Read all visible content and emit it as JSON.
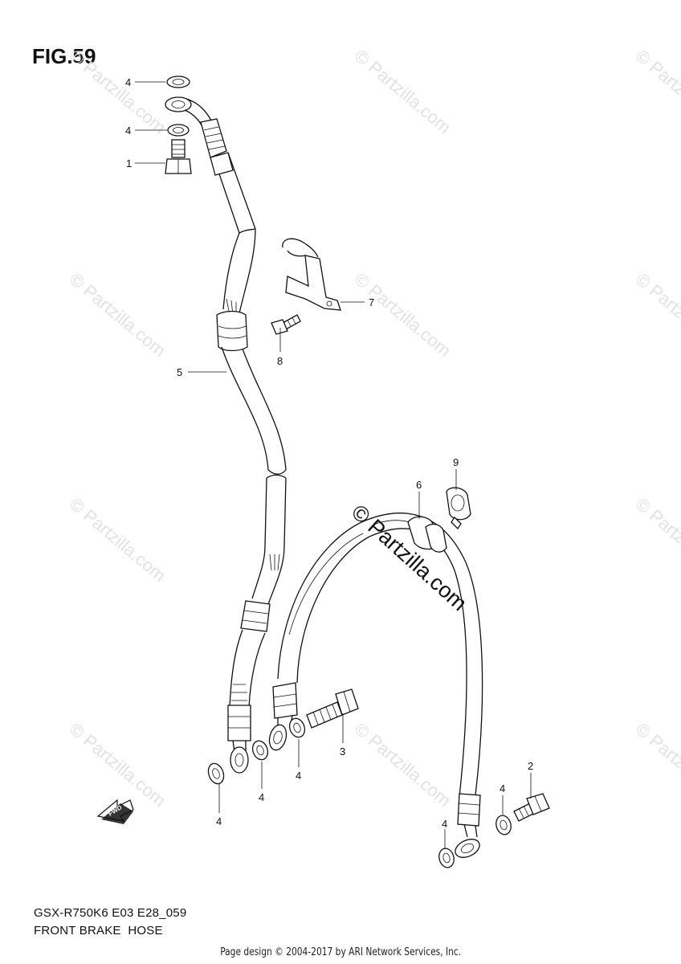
{
  "figure": {
    "title": "FIG.59"
  },
  "footer": {
    "model_code": "GSX-R750K6 E03 E28_059",
    "part_name": "FRONT BRAKE  HOSE",
    "credit": "Page design © 2004-2017 by ARI Network Services, Inc."
  },
  "watermark": {
    "text": "© Partzilla.com"
  },
  "fwd_badge": {
    "label": "FWD"
  },
  "callouts": {
    "c1": "1",
    "c2": "2",
    "c3": "3",
    "c4a": "4",
    "c4b": "4",
    "c4c": "4",
    "c4d": "4",
    "c4e": "4",
    "c4f": "4",
    "c4g": "4",
    "c5": "5",
    "c6": "6",
    "c7": "7",
    "c8": "8",
    "c9": "9"
  },
  "colors": {
    "line": "#111111",
    "watermark": "#e2e2e2",
    "background": "#ffffff"
  }
}
